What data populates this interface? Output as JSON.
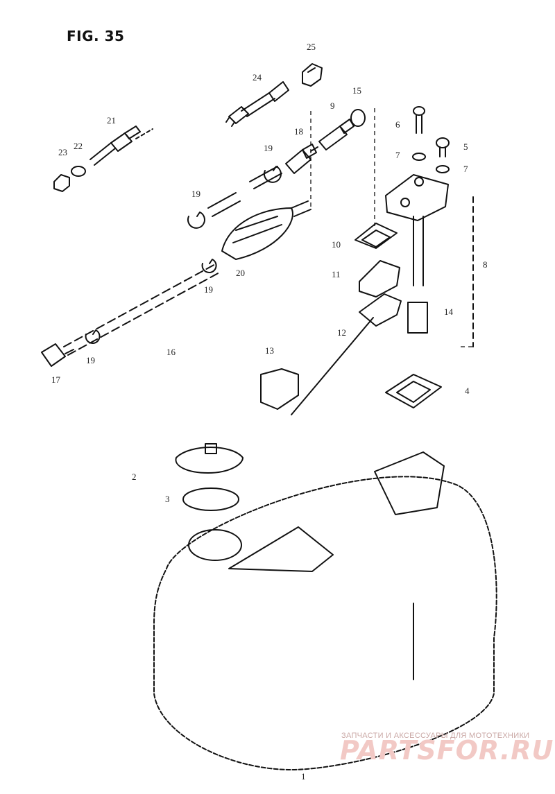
{
  "figure": {
    "title": "FIG. 35"
  },
  "callouts": {
    "c1": "1",
    "c2": "2",
    "c3": "3",
    "c4": "4",
    "c5": "5",
    "c6": "6",
    "c7a": "7",
    "c7b": "7",
    "c8": "8",
    "c9": "9",
    "c10": "10",
    "c11": "11",
    "c12": "12",
    "c13": "13",
    "c14": "14",
    "c15": "15",
    "c16": "16",
    "c17": "17",
    "c18": "18",
    "c19a": "19",
    "c19b": "19",
    "c19c": "19",
    "c19d": "19",
    "c20": "20",
    "c21": "21",
    "c22": "22",
    "c23": "23",
    "c24": "24",
    "c25": "25"
  },
  "watermark": {
    "caption": "ЗАПЧАСТИ И АКСЕССУАРЫ ДЛЯ МОТОТЕХНИКИ",
    "logo": "PARTSFOR.RU"
  },
  "colors": {
    "ink": "#111111",
    "watermark": "#f2c9c5"
  }
}
